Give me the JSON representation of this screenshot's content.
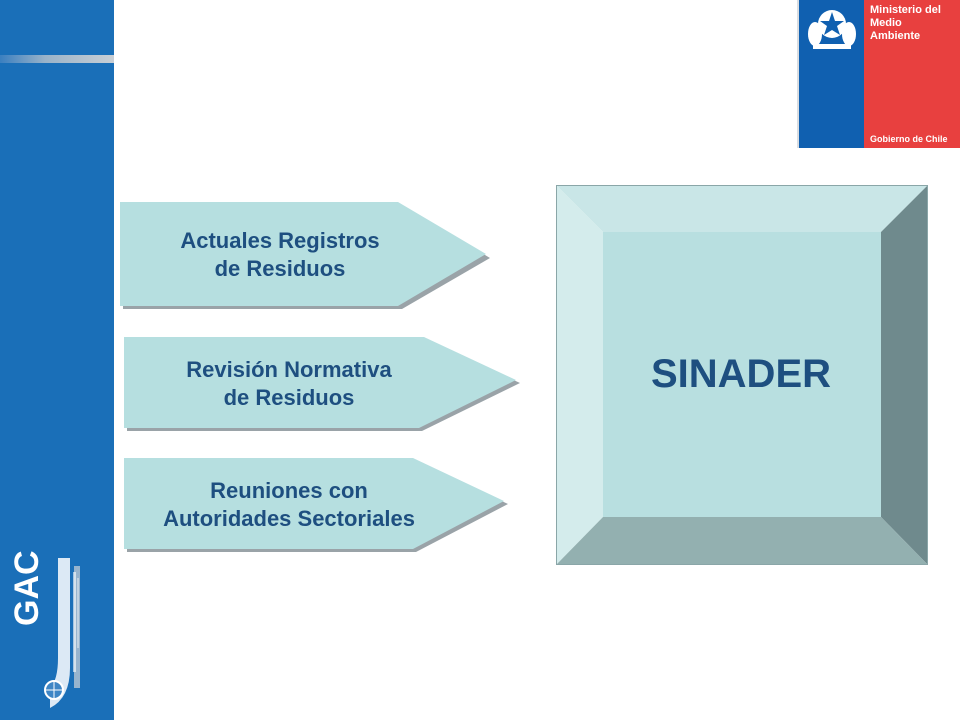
{
  "colors": {
    "sidebar": "#1a6fb8",
    "arrow_fill": "#b6dfe0",
    "arrow_shadow": "#9aa3a8",
    "text": "#1e4f80",
    "bevel_top": "#c9e6e7",
    "bevel_left": "#d4ecec",
    "bevel_right": "#6f8a8d",
    "bevel_bottom": "#93b0b0",
    "bevel_face": "#b8dfe0",
    "ministry_blue": "#1060b0",
    "ministry_red": "#e8403f"
  },
  "logo": {
    "ministry_name": "Ministerio del\nMedio\nAmbiente",
    "government": "Gobierno de Chile",
    "side_brand": "GAC"
  },
  "items": [
    {
      "line1": "Actuales Registros",
      "line2": "de Residuos"
    },
    {
      "line1": "Revisión Normativa",
      "line2": "de Residuos"
    },
    {
      "line1": "Reuniones con",
      "line2": "Autoridades Sectoriales"
    }
  ],
  "target": {
    "label": "SINADER"
  }
}
